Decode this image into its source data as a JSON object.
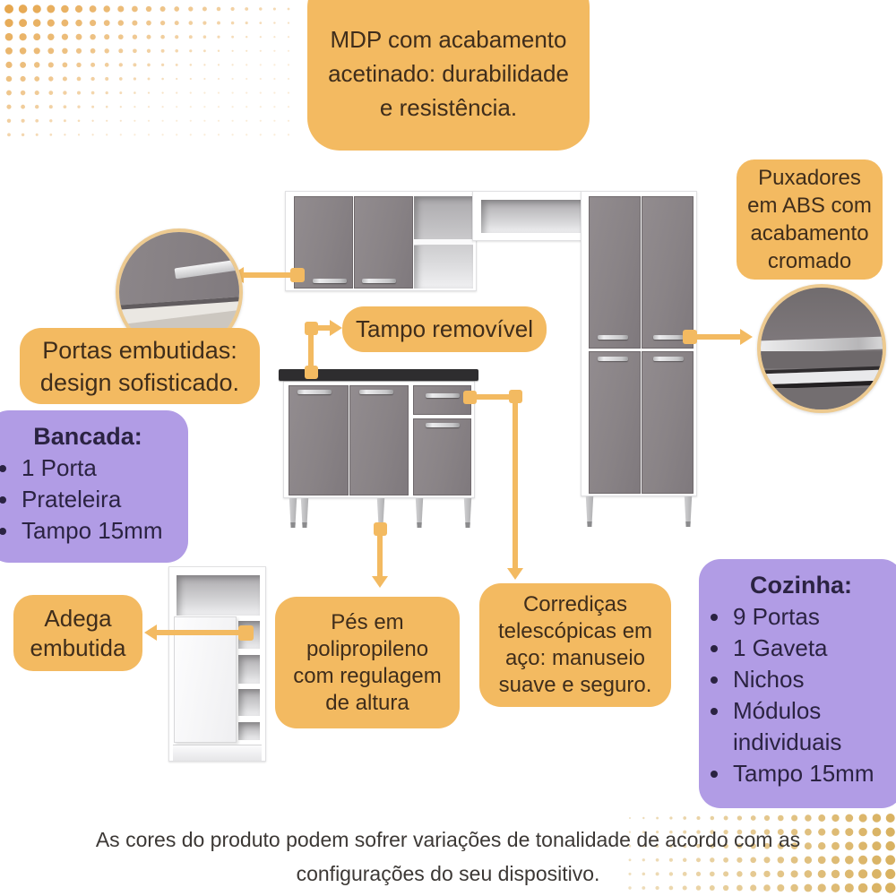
{
  "accents": {
    "callout_yellow": "#F3BA61",
    "panel_purple": "#B19CE5",
    "callout_text": "#3F2D1B",
    "panel_text": "#2B2342",
    "door_gray": "#898386",
    "countertop_black": "#2E2D2F",
    "dot_orange": "#E6A74F",
    "dot_tan": "#D8AF5C",
    "circle_ring": "#EDCA90"
  },
  "callouts": {
    "mdp": "MDP com acabamento\nacetinado: durabilidade\ne resistência.",
    "puxadores": "Puxadores\nem ABS com\nacabamento\ncromado",
    "portas": "Portas embutidas:\ndesign sofisticado.",
    "tampo": "Tampo removível",
    "adega": "Adega\nembutida",
    "pes": "Pés em\npolipropileno\ncom regulagem\nde altura",
    "corredicas": "Corrediças\ntelescópicas em\naço: manuseio\nsuave e seguro."
  },
  "panels": {
    "bancada": {
      "title": "Bancada:",
      "items": [
        "1 Porta",
        "Prateleira",
        "Tampo 15mm"
      ]
    },
    "cozinha": {
      "title": "Cozinha:",
      "items": [
        "9 Portas",
        "1 Gaveta",
        "Nichos",
        "Módulos individuais",
        "Tampo 15mm"
      ]
    }
  },
  "disclaimer": "As cores do produto podem sofrer variações de tonalidade de acordo com as\nconfigurações do seu dispositivo."
}
